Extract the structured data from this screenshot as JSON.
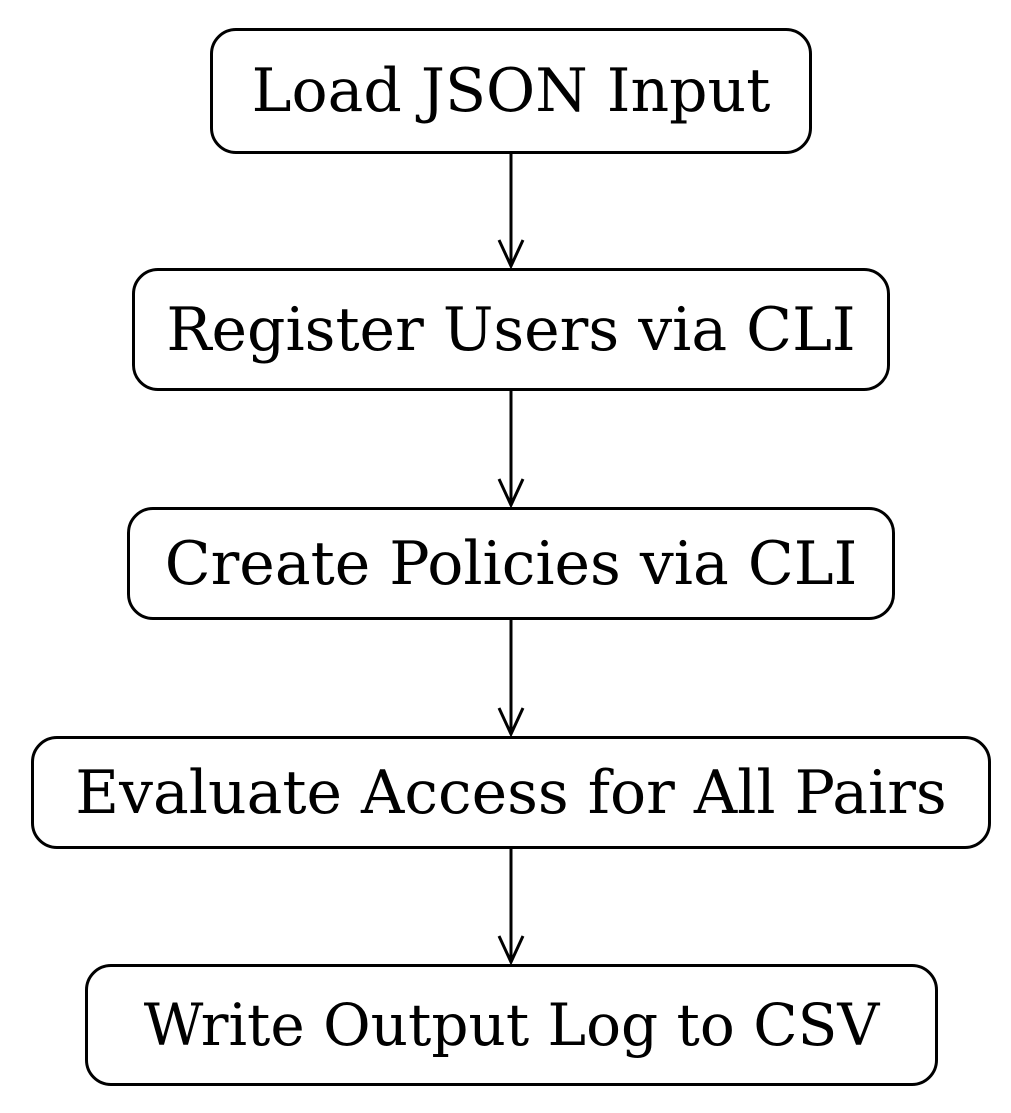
{
  "diagram": {
    "steps": [
      {
        "label": "Load JSON Input"
      },
      {
        "label": "Register Users via CLI"
      },
      {
        "label": "Create Policies via CLI"
      },
      {
        "label": "Evaluate Access for All Pairs"
      },
      {
        "label": "Write Output Log to CSV"
      }
    ],
    "connectors": [
      {
        "from": "Load JSON Input",
        "to": "Register Users via CLI"
      },
      {
        "from": "Register Users via CLI",
        "to": "Create Policies via CLI"
      },
      {
        "from": "Create Policies via CLI",
        "to": "Evaluate Access for All Pairs"
      },
      {
        "from": "Evaluate Access for All Pairs",
        "to": "Write Output Log to CSV"
      }
    ],
    "colors": {
      "stroke": "#000000",
      "text": "#000000",
      "background": "#ffffff"
    }
  }
}
